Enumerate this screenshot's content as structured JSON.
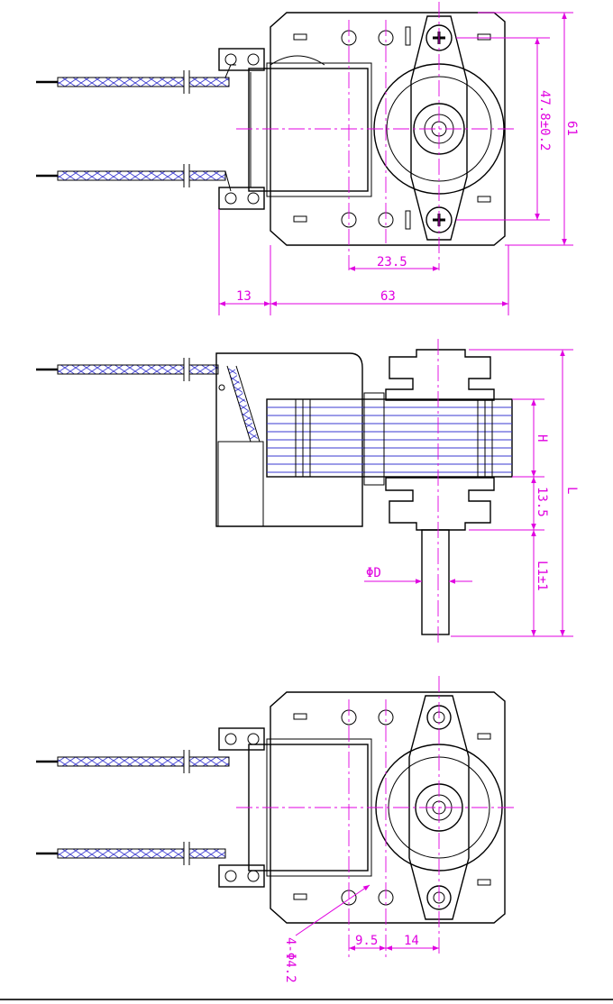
{
  "views": {
    "top": {
      "dimensions": {
        "height_hole_spacing": "47.8±0.2",
        "overall_height": "61",
        "hole_offset": "23.5",
        "terminal_width": "13",
        "body_width": "63"
      }
    },
    "side": {
      "dimensions": {
        "stack_height": "H",
        "bearing_offset": "13.5",
        "overall_length": "L",
        "shaft_length": "L1±1",
        "shaft_diameter": "ΦD"
      }
    },
    "bottom": {
      "dimensions": {
        "hole_spacing_a": "9.5",
        "hole_spacing_b": "14",
        "mount_holes": "4-Φ4.2"
      }
    }
  },
  "colors": {
    "dimension": "#e000e0",
    "outline": "#000000",
    "winding": "#3a3ad0"
  }
}
